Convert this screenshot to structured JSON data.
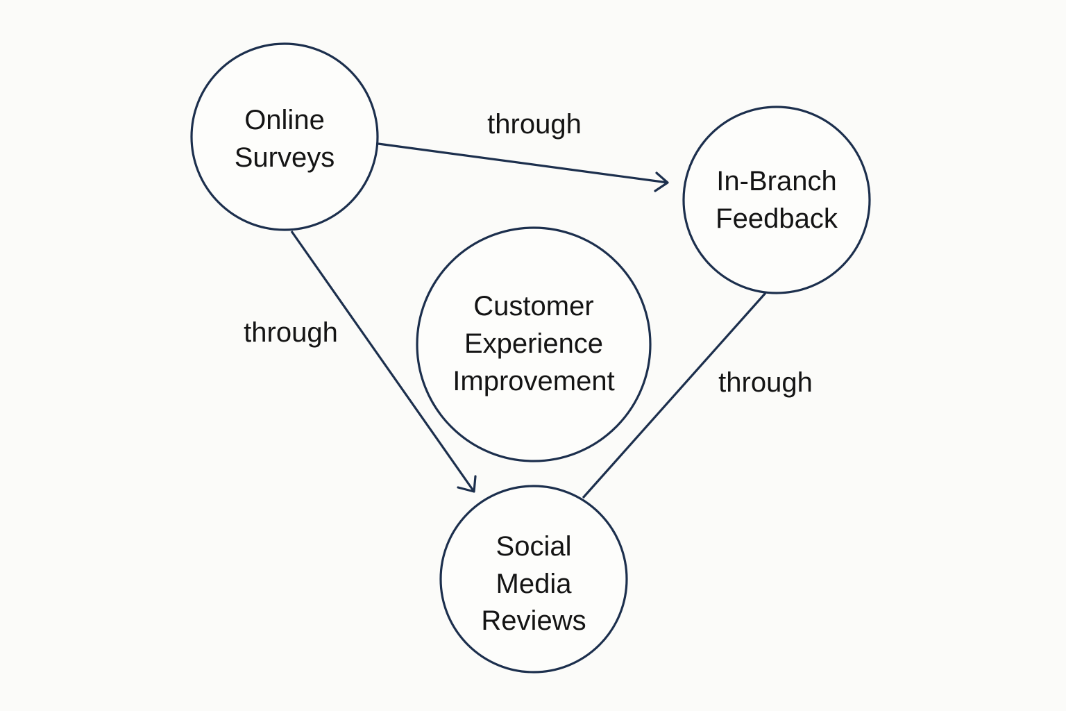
{
  "colors": {
    "background": "#fbfbf9",
    "stroke": "#1c2f4d",
    "text": "#141414"
  },
  "nodes": {
    "online_surveys": {
      "line1": "Online",
      "line2": "Surveys"
    },
    "in_branch_feedback": {
      "line1": "In-Branch",
      "line2": "Feedback"
    },
    "customer_experience_improvement": {
      "line1": "Customer",
      "line2": "Experience",
      "line3": "Improvement"
    },
    "social_media_reviews": {
      "line1": "Social",
      "line2": "Media",
      "line3": "Reviews"
    }
  },
  "edges": {
    "surveys_to_branch": {
      "label": "through",
      "directed": true
    },
    "surveys_to_social": {
      "label": "through",
      "directed": true
    },
    "branch_to_social": {
      "label": "through",
      "directed": false
    }
  }
}
